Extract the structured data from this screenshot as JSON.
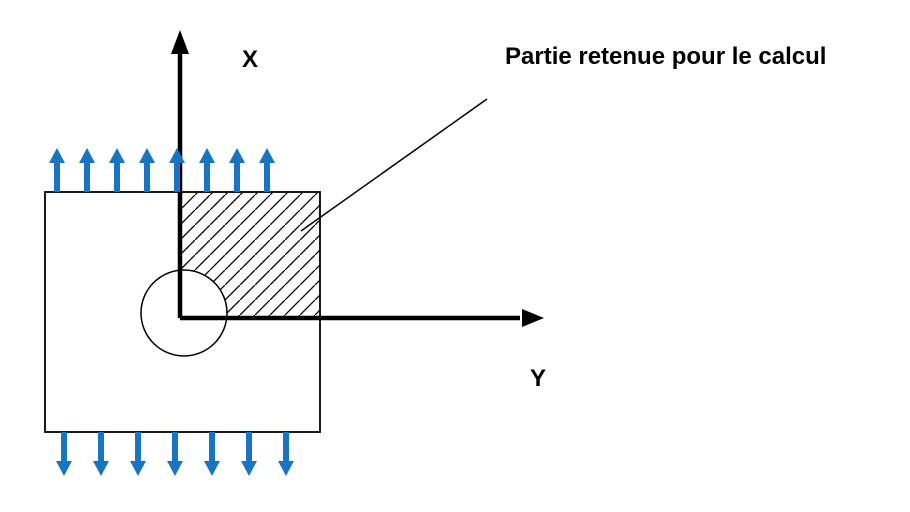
{
  "colors": {
    "arrow_blue": "#1a74c4",
    "line": "#000000",
    "background": "#ffffff"
  },
  "labels": {
    "x_axis": "X",
    "y_axis": "Y",
    "annotation": "Partie retenue pour le calcul"
  },
  "figure": {
    "top_arrow_count": 8,
    "bottom_arrow_count": 7
  }
}
